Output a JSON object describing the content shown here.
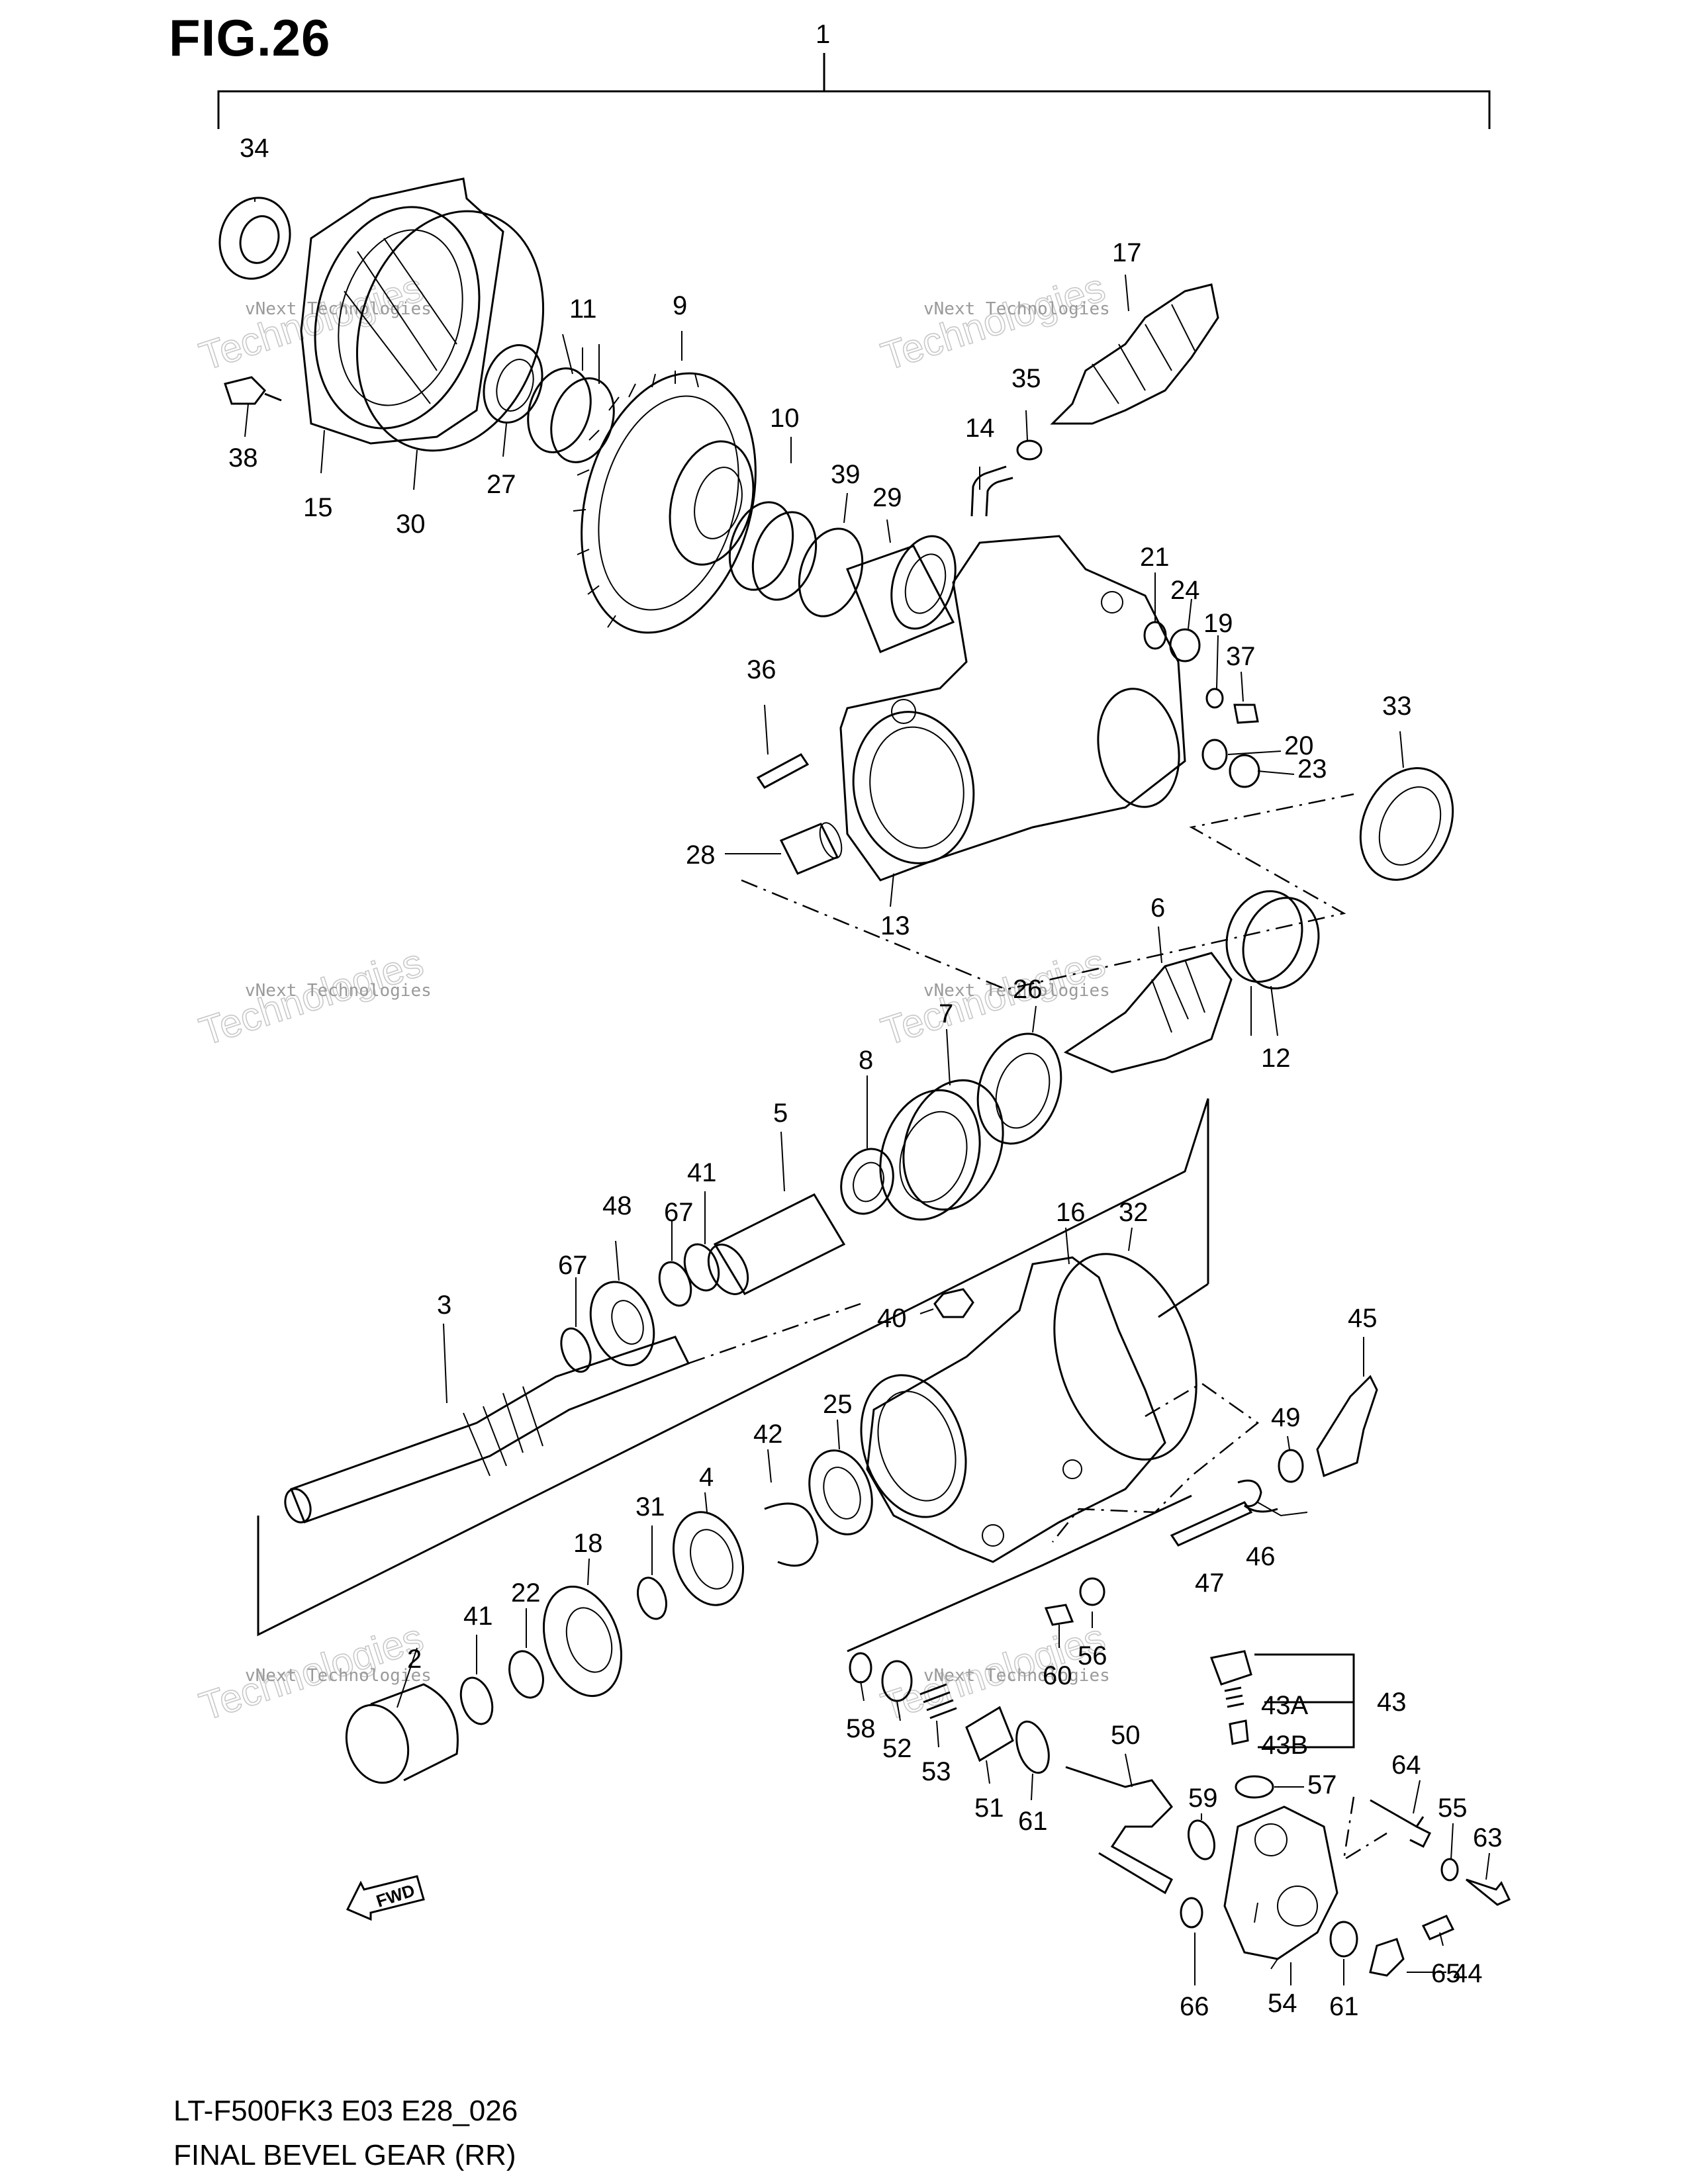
{
  "figure": {
    "title": "FIG.26"
  },
  "footer": {
    "model": "LT-F500FK3 E03 E28_026",
    "name": "FINAL BEVEL GEAR (RR)"
  },
  "watermark": {
    "line1": "vNext Technologies",
    "line2": "Technologies",
    "color": "#9a9a9a"
  },
  "direction": {
    "label": "FWD"
  },
  "callouts": [
    "1",
    "2",
    "3",
    "4",
    "5",
    "6",
    "7",
    "8",
    "9",
    "10",
    "11",
    "12",
    "13",
    "14",
    "15",
    "16",
    "17",
    "18",
    "19",
    "20",
    "21",
    "22",
    "23",
    "24",
    "25",
    "26",
    "27",
    "28",
    "29",
    "30",
    "31",
    "32",
    "33",
    "34",
    "35",
    "36",
    "37",
    "38",
    "39",
    "40",
    "41",
    "41",
    "42",
    "43",
    "43A",
    "43B",
    "44",
    "45",
    "46",
    "47",
    "48",
    "49",
    "50",
    "51",
    "52",
    "53",
    "54",
    "55",
    "56",
    "57",
    "58",
    "59",
    "60",
    "61",
    "61",
    "63",
    "64",
    "65",
    "66",
    "67",
    "67"
  ]
}
